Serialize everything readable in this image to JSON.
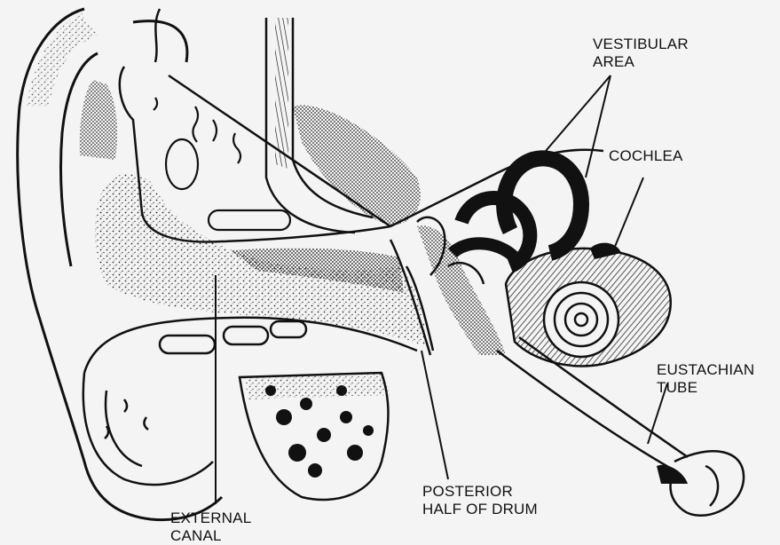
{
  "labels": {
    "vestibular_area": [
      "Vestibular",
      "area"
    ],
    "cochlea": [
      "Cochlea"
    ],
    "eustachian_tube": [
      "Eustachian",
      "tube"
    ],
    "posterior_half_of_drum": [
      "Posterior",
      "half of drum"
    ],
    "external_canal": [
      "External",
      "canal"
    ]
  },
  "colors": {
    "ink": "#111111",
    "paper": "#f4f4f4",
    "stipple": "#222222"
  }
}
